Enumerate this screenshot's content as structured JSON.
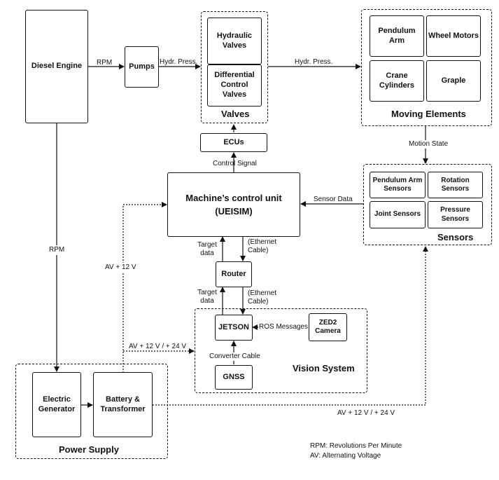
{
  "blocks": {
    "diesel_engine": "Diesel Engine",
    "pumps": "Pumps",
    "hydraulic_valves": "Hydraulic Valves",
    "differential_valves": "Differential Control Valves",
    "ecus": "ECUs",
    "pendulum_arm": "Pendulum Arm",
    "wheel_motors": "Wheel Motors",
    "crane_cylinders": "Crane Cylinders",
    "graple": "Graple",
    "control_unit_line1": "Machine’s control unit",
    "control_unit_line2": "(UEISIM)",
    "pendulum_arm_sensors": "Pendulum Arm Sensors",
    "rotation_sensors": "Rotation Sensors",
    "joint_sensors": "Joint Sensors",
    "pressure_sensors": "Pressure Sensors",
    "router": "Router",
    "jetson": "JETSON",
    "zed2_camera": "ZED2 Camera",
    "gnss": "GNSS",
    "electric_generator": "Electric Generator",
    "battery_transformer": "Battery & Transformer"
  },
  "groups": {
    "valves": "Valves",
    "moving_elements": "Moving Elements",
    "sensors": "Sensors",
    "vision_system": "Vision System",
    "power_supply": "Power Supply"
  },
  "edges": {
    "rpm_top": "RPM",
    "hydr_press_1": "Hydr. Press.",
    "hydr_press_2": "Hydr. Press.",
    "control_signal": "Control Signal",
    "motion_state": "Motion State",
    "sensor_data": "Sensor Data",
    "rpm_left": "RPM",
    "av_12v": "AV + 12 V",
    "target_data_1": "Target data",
    "ethernet_1": "(Ethernet Cable)",
    "target_data_2": "Target data",
    "ethernet_2": "(Ethernet Cable)",
    "ros_messages": "ROS Messages",
    "converter_cable": "Converter Cable",
    "av_12v_24v_left": "AV + 12 V / + 24 V",
    "av_12v_24v_bottom": "AV + 12 V / + 24 V"
  },
  "legend": {
    "line1": "RPM: Revolutions Per Minute",
    "line2": "AV: Alternating Voltage"
  }
}
